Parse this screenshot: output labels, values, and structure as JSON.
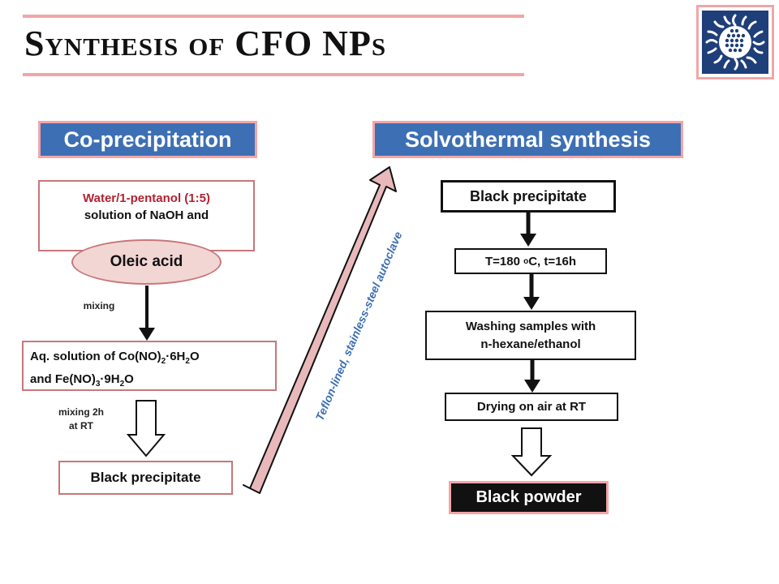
{
  "title": "Synthesis of CFO NPs",
  "colors": {
    "accent_pink": "#f2a5a8",
    "method_blue": "#3d6fb4",
    "logo_blue": "#1f3f7a",
    "red_text": "#b22232"
  },
  "left": {
    "method": "Co-precipitation",
    "solution_line1": "Water/1-pentanol (1:5)",
    "solution_line2": "solution of NaOH and",
    "oleic": "Oleic acid",
    "mixing": "mixing",
    "aq_line1_prefix": "Aq. solution of Co(NO)",
    "aq_line1_sub1": "2",
    "aq_line1_mid": "·6H",
    "aq_line1_sub2": "2",
    "aq_line1_suffix": "O",
    "aq_line2_prefix": "and Fe(NO)",
    "aq_line2_sub1": "3",
    "aq_line2_mid": "·9H",
    "aq_line2_sub2": "2",
    "aq_line2_suffix": "O",
    "mixing2_line1": "mixing 2h",
    "mixing2_line2": "at RT",
    "black_precipitate": "Black precipitate"
  },
  "transfer": {
    "label": "Teflon-lined, stainless-steel autoclave"
  },
  "right": {
    "method": "Solvothermal synthesis",
    "black_precipitate": "Black precipitate",
    "conditions_prefix": "T=180 ",
    "conditions_deg": "o",
    "conditions_suffix": "C, t=16h",
    "washing_line1": "Washing samples with",
    "washing_line2": "n-hexane/ethanol",
    "drying": "Drying on air at RT",
    "black_powder": "Black powder"
  }
}
